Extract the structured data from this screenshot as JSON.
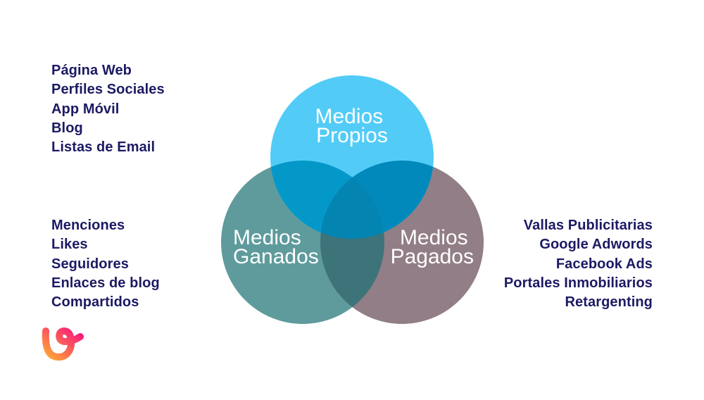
{
  "diagram": {
    "type": "venn",
    "sets": [
      {
        "id": "propios",
        "label_lines": [
          "Medios",
          "Propios"
        ],
        "color": "#52ccf7"
      },
      {
        "id": "ganados",
        "label_lines": [
          "Medios",
          "Ganados"
        ],
        "color": "#5f9b9c"
      },
      {
        "id": "pagados",
        "label_lines": [
          "Medios",
          "Pagados"
        ],
        "color": "#927e86"
      }
    ],
    "overlap_colors": {
      "propios_ganados": "#0398c8",
      "propios_pagados": "#0289bb",
      "ganados_pagados": "#3d7479",
      "center": "#0484b1"
    }
  },
  "lists": {
    "propios": [
      "Página Web",
      "Perfiles Sociales",
      "App Móvil",
      "Blog",
      "Listas de Email"
    ],
    "ganados": [
      "Menciones",
      "Likes",
      "Seguidores",
      "Enlaces de blog",
      "Compartidos"
    ],
    "pagados": [
      "Vallas Publicitarias",
      "Google Adwords",
      "Facebook Ads",
      "Portales Inmobiliarios",
      "Retargenting"
    ]
  },
  "text_color": "#1c1a63",
  "logo": {
    "icon": "brand-logo-icon",
    "colors": [
      "#ffa834",
      "#f5157e"
    ]
  }
}
